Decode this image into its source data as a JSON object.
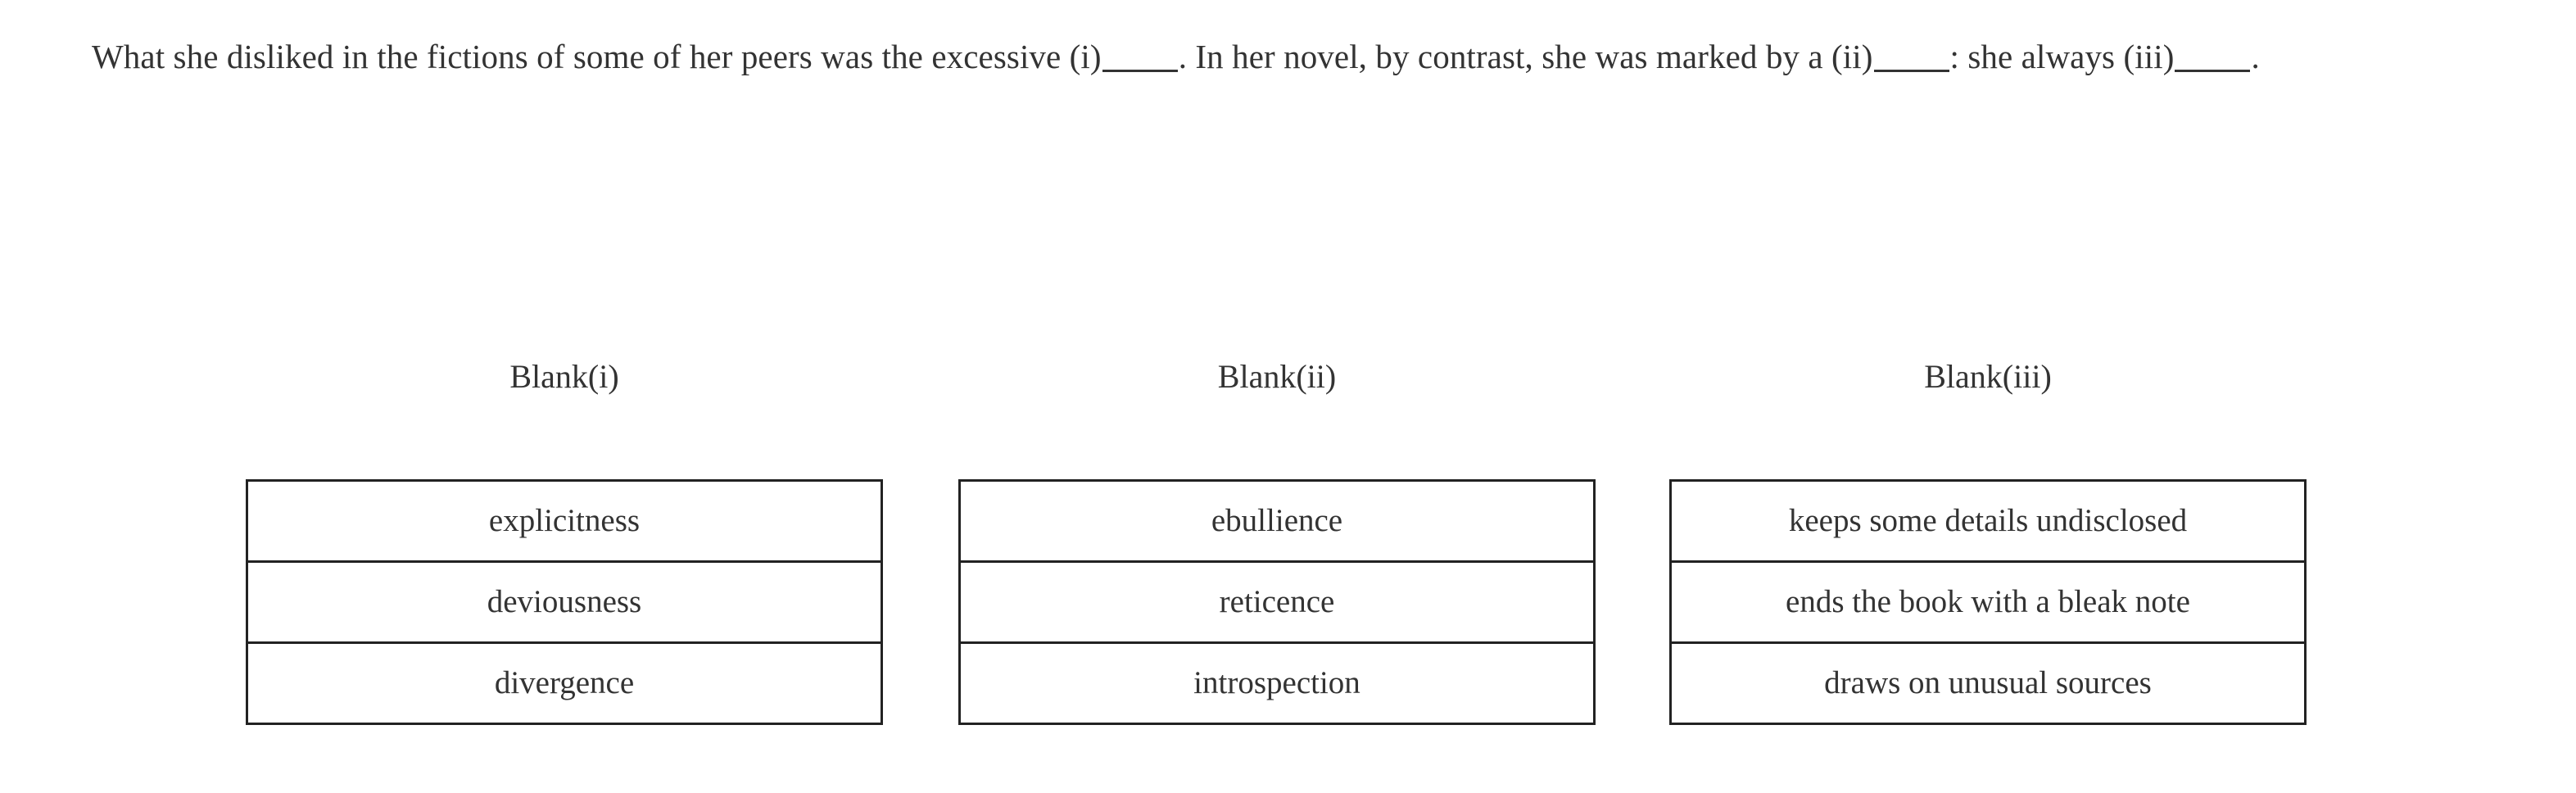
{
  "question": {
    "segments": [
      {
        "type": "text",
        "value": "What she disliked in the fictions of some of her peers was the excessive (i)"
      },
      {
        "type": "blank",
        "value": "_____"
      },
      {
        "type": "text",
        "value": ". In her novel, by contrast, she was marked by a (ii)"
      },
      {
        "type": "blank",
        "value": "_____"
      },
      {
        "type": "text",
        "value": ": she always (iii)"
      },
      {
        "type": "blank",
        "value": "_____"
      },
      {
        "type": "text",
        "value": "."
      }
    ],
    "line_1": "What she disliked in the fictions of some of her peers was the excessive (i)_____. In her novel, by contrast, she was marked by a",
    "line_2": "(ii)_____: she always (iii)_____."
  },
  "blanks": [
    {
      "header": "Blank(i)",
      "options": [
        {
          "label": "explicitness"
        },
        {
          "label": "deviousness"
        },
        {
          "label": "divergence"
        }
      ]
    },
    {
      "header": "Blank(ii)",
      "options": [
        {
          "label": "ebullience"
        },
        {
          "label": "reticence"
        },
        {
          "label": "introspection"
        }
      ]
    },
    {
      "header": "Blank(iii)",
      "options": [
        {
          "label": "keeps some details undisclosed"
        },
        {
          "label": "ends the book with a bleak note"
        },
        {
          "label": "draws on unusual sources"
        }
      ]
    }
  ],
  "colors": {
    "text": "#333333",
    "border": "#222222",
    "background": "#ffffff"
  }
}
